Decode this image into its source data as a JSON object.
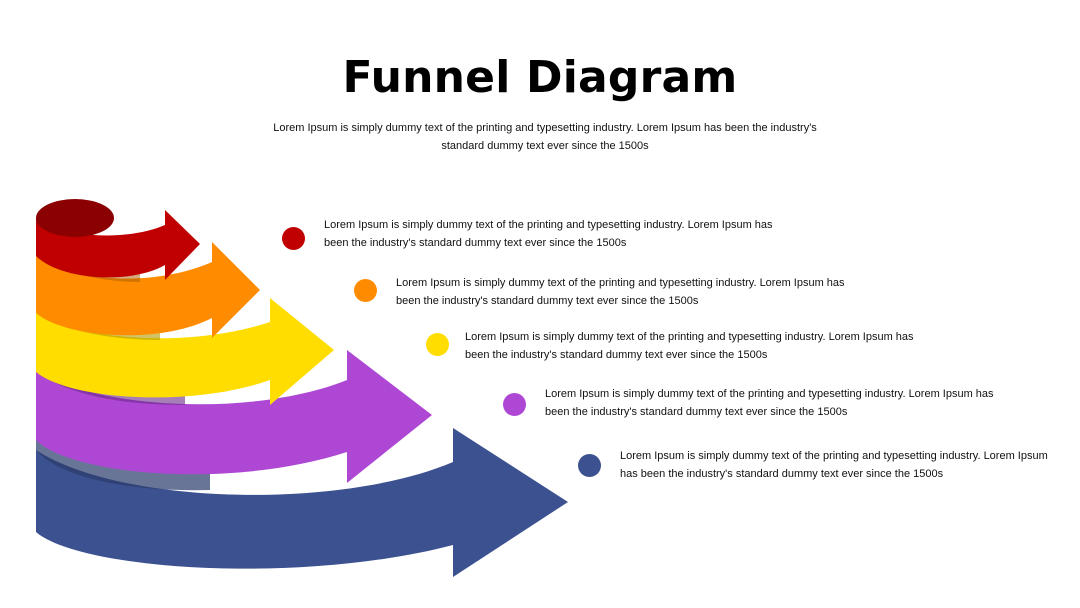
{
  "title": "Funnel Diagram",
  "subtitle": "Lorem Ipsum is simply dummy text of the printing and typesetting industry. Lorem Ipsum has been the industry's standard dummy text ever since the 1500s",
  "colors": {
    "red": "#c00000",
    "red_dark": "#8b0000",
    "orange": "#ff8c00",
    "yellow": "#ffdd00",
    "purple": "#ae48d4",
    "navy": "#3c5190"
  },
  "steps": [
    {
      "color": "#c00000",
      "text": "Lorem Ipsum is simply dummy text of the printing and typesetting industry. Lorem Ipsum has been the industry's standard dummy text ever since the 1500s"
    },
    {
      "color": "#ff8c00",
      "text": "Lorem Ipsum is simply dummy text of the printing and typesetting industry. Lorem Ipsum has been the industry's standard dummy text ever since the 1500s"
    },
    {
      "color": "#ffdd00",
      "text": "Lorem Ipsum is simply dummy text of the printing and typesetting industry. Lorem Ipsum has been the industry's standard dummy text ever since the 1500s"
    },
    {
      "color": "#ae48d4",
      "text": "Lorem Ipsum is simply dummy text of the printing and typesetting industry. Lorem Ipsum has been the industry's standard dummy text ever since the 1500s"
    },
    {
      "color": "#3c5190",
      "text": "Lorem Ipsum is simply dummy text of the printing and typesetting industry. Lorem Ipsum has been the industry's standard dummy text ever since the 1500s"
    }
  ]
}
